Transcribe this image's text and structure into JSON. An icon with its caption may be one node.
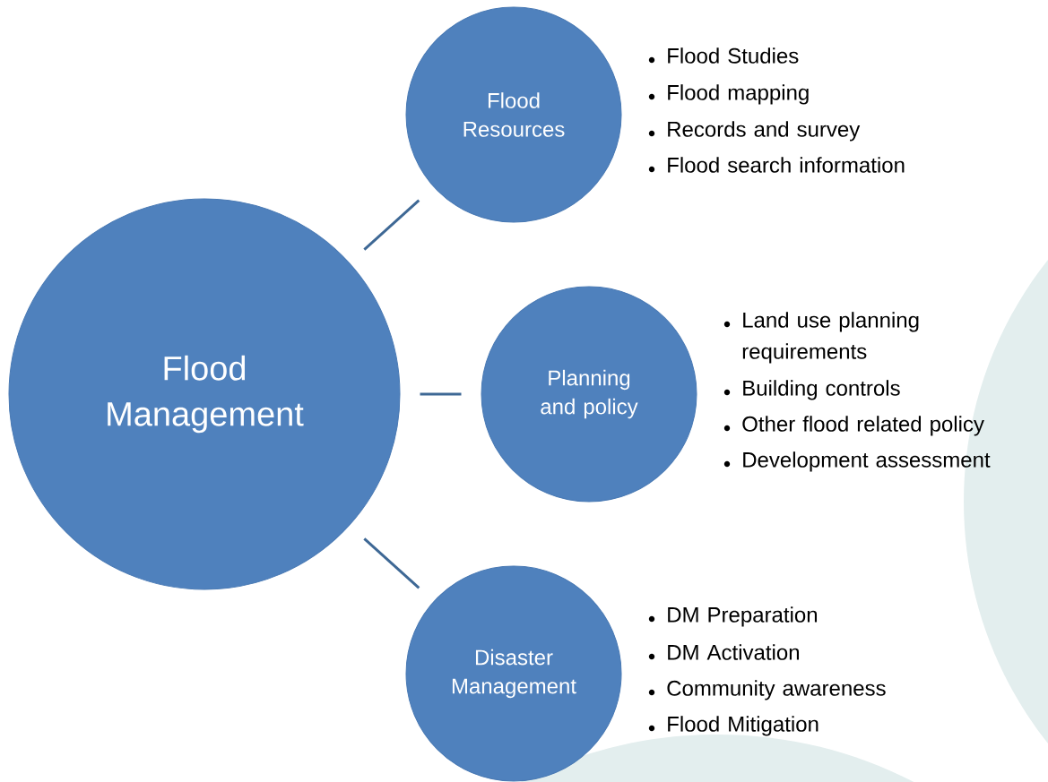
{
  "diagram": {
    "nodes": [
      {
        "text": [
          "Flood Management"
        ]
      },
      {
        "text": [
          "Flood Resources"
        ],
        "beside": [
          "Flood Studies",
          "Flood mapping",
          "Records and survey",
          "Flood search information"
        ]
      },
      {
        "text": [
          "Planning and policy"
        ],
        "beside": [
          "Land use planning requirements",
          "Building controls",
          "Other flood related policy",
          "Development assessment"
        ]
      },
      {
        "text": [
          "Disaster Management"
        ],
        "beside": [
          "DM Preparation",
          "DM Activation",
          "Community awareness",
          "Flood Mitigation"
        ]
      }
    ],
    "edges": [
      {
        "from": 0,
        "to": 1,
        "arrow": "none"
      },
      {
        "from": 0,
        "to": 2,
        "arrow": "none"
      },
      {
        "from": 0,
        "to": 3,
        "arrow": "none"
      }
    ]
  }
}
